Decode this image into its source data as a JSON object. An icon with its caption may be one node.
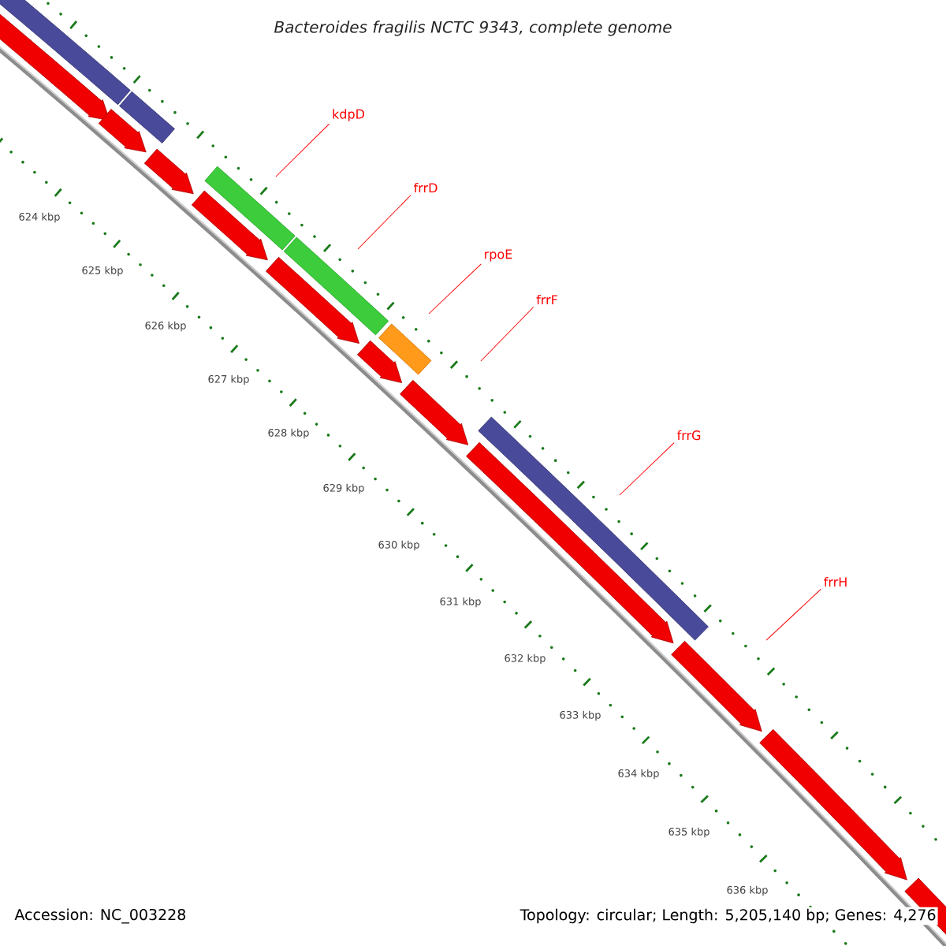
{
  "diagram": {
    "title": "Bacteroides fragilis NCTC 9343, complete genome",
    "nodes": [
      {
        "text": [
          "kdpD"
        ]
      },
      {
        "text": [
          "frrD"
        ]
      },
      {
        "text": [
          "rpoE"
        ]
      },
      {
        "text": [
          "frrF"
        ]
      },
      {
        "text": [
          "frrG"
        ]
      },
      {
        "text": [
          "frrH"
        ]
      }
    ],
    "edges": [
      {
        "from": 0,
        "to": null,
        "arrow": "none",
        "color": "#ff0000"
      },
      {
        "from": 1,
        "to": null,
        "arrow": "none",
        "color": "#ff0000"
      },
      {
        "from": 2,
        "to": null,
        "arrow": "none",
        "color": "#ff0000"
      },
      {
        "from": 3,
        "to": null,
        "arrow": "none",
        "color": "#ff0000"
      },
      {
        "from": 4,
        "to": null,
        "arrow": "none",
        "color": "#ff0000"
      },
      {
        "from": 5,
        "to": null,
        "arrow": "none",
        "color": "#ff0000"
      }
    ],
    "labels": [
      "624 kbp",
      "625 kbp",
      "626 kbp",
      "627 kbp",
      "628 kbp",
      "629 kbp",
      "630 kbp",
      "631 kbp",
      "632 kbp",
      "633 kbp",
      "634 kbp",
      "635 kbp",
      "636 kbp",
      "Accession: NC_003228",
      "Topology: circular; Length: 5,205,140 bp; Genes: 4,276"
    ]
  }
}
